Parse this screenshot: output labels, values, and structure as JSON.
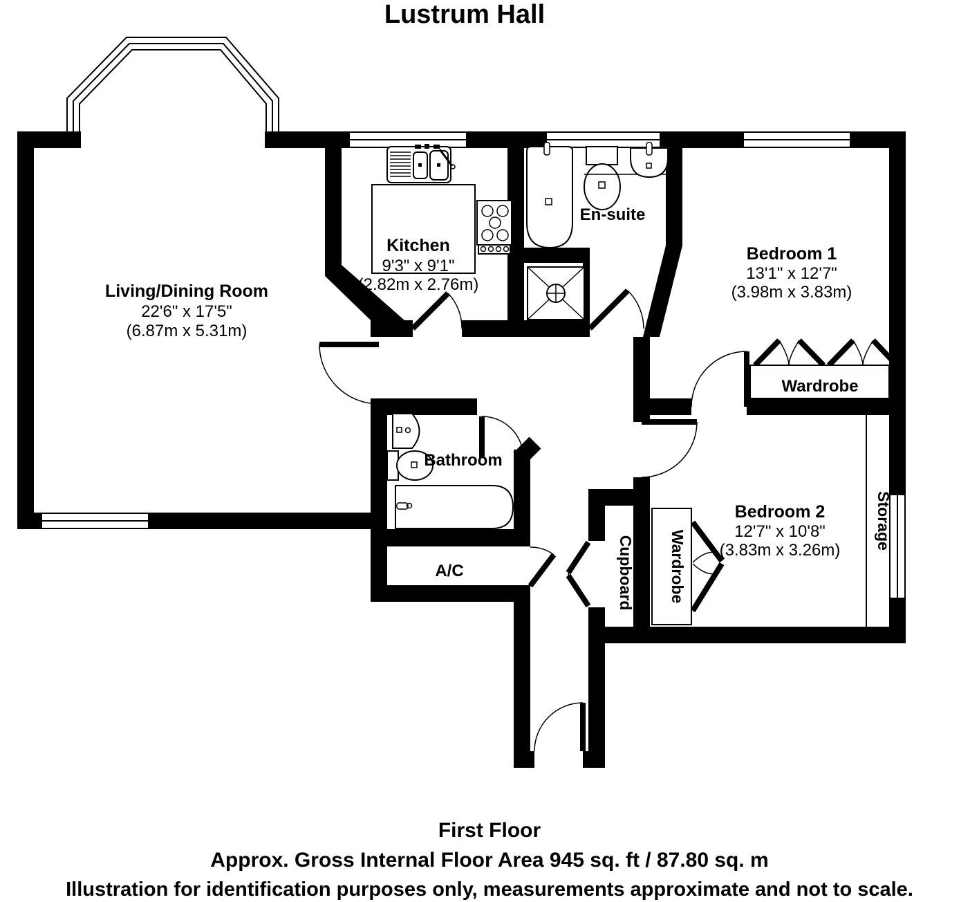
{
  "title": "Lustrum Hall",
  "rooms": {
    "living": {
      "name": "Living/Dining Room",
      "imperial": "22'6\" x 17'5\"",
      "metric": "(6.87m x 5.31m)"
    },
    "kitchen": {
      "name": "Kitchen",
      "imperial": "9'3\" x 9'1\"",
      "metric": "(2.82m x 2.76m)"
    },
    "ensuite": {
      "name": "En-suite"
    },
    "bedroom1": {
      "name": "Bedroom 1",
      "imperial": "13'1\" x 12'7\"",
      "metric": "(3.98m x 3.83m)"
    },
    "bedroom2": {
      "name": "Bedroom 2",
      "imperial": "12'7\" x 10'8\"",
      "metric": "(3.83m x 3.26m)"
    },
    "bathroom": {
      "name": "Bathroom"
    },
    "ac": {
      "name": "A/C"
    },
    "cupboard": {
      "name": "Cupboard"
    },
    "wardrobe1": {
      "name": "Wardrobe"
    },
    "wardrobe2": {
      "name": "Wardrobe"
    },
    "storage": {
      "name": "Storage"
    }
  },
  "footer": {
    "line1": "First Floor",
    "line2": "Approx. Gross Internal Floor Area 945 sq. ft / 87.80 sq. m",
    "line3": "Illustration for identification purposes only, measurements approximate and not to scale."
  },
  "colors": {
    "wall": "#000000",
    "background": "#ffffff"
  }
}
